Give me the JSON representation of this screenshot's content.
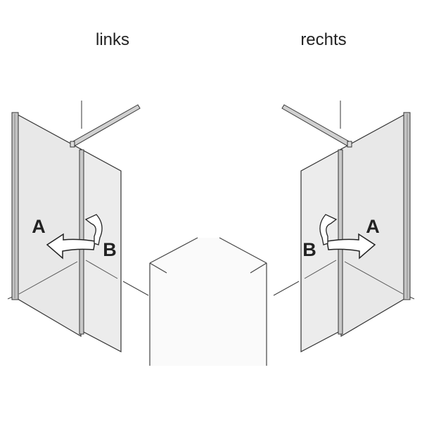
{
  "views": [
    {
      "title": "links",
      "label_a": "A",
      "label_b": "B"
    },
    {
      "title": "rechts",
      "label_a": "A",
      "label_b": "B"
    }
  ],
  "colors": {
    "glass": "#e8e8e8",
    "line": "#333333",
    "profile": "#c4c4c4",
    "wall": "#fafafa"
  }
}
